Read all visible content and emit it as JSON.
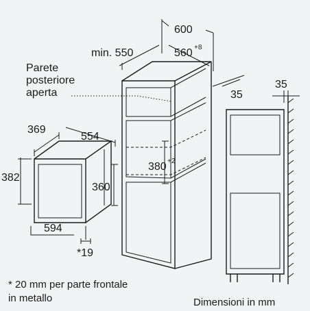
{
  "diagram": {
    "labels": {
      "w600": "600",
      "min550": "min. 550",
      "d560": "560",
      "d560_sup": "+8",
      "d35_side": "35",
      "d35_top": "35",
      "back_wall_line1": "Parete",
      "back_wall_line2": "posteriore",
      "back_wall_line3": "aperta",
      "w369": "369",
      "w554": "554",
      "h382": "382",
      "h360": "360",
      "w594": "594",
      "h380": "380",
      "h380_sup": "+2",
      "d19": "*19"
    },
    "footnote_line1": "* 20 mm per parte frontale",
    "footnote_line2": "in metallo",
    "units_note": "Dimensioni in mm"
  }
}
